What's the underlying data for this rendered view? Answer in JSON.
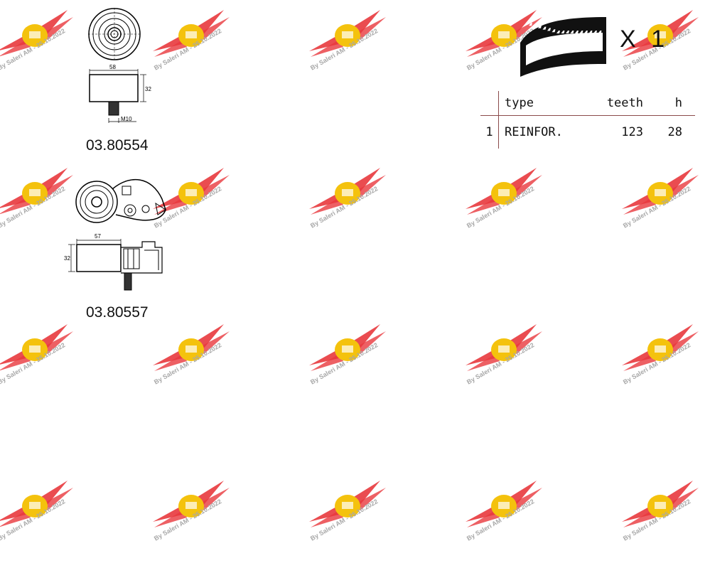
{
  "watermark": {
    "text": "By Saleri AM - 25.10.2022",
    "colors": {
      "wing": "#e8383d",
      "badge": "#f4c20d"
    }
  },
  "parts": [
    {
      "part_number": "03.80554",
      "dims": {
        "width": "58",
        "height": "32",
        "thread": "M10"
      }
    },
    {
      "part_number": "03.80557",
      "dims": {
        "width": "57",
        "height": "32"
      }
    }
  ],
  "belt": {
    "quantity_label": "X 1",
    "table": {
      "headers": {
        "index": "",
        "type": "type",
        "teeth": "teeth",
        "h": "h"
      },
      "rows": [
        {
          "index": "1",
          "type": "REINFOR.",
          "teeth": "123",
          "h": "28"
        }
      ]
    }
  }
}
